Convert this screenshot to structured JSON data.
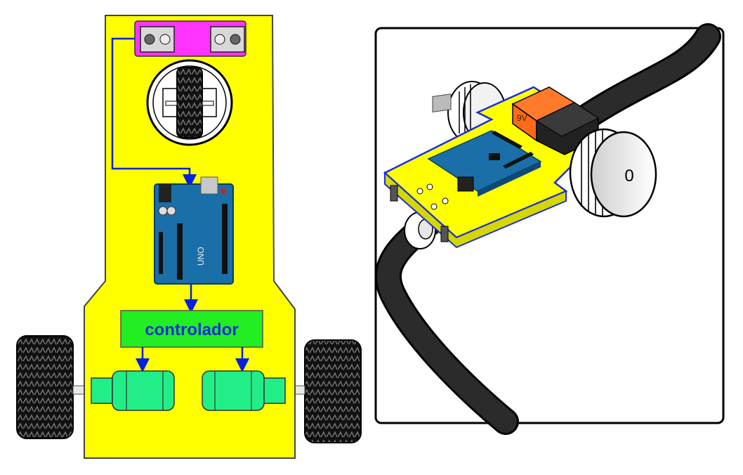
{
  "diagram": {
    "controller_label": "controlador",
    "battery_label": "9V",
    "wheel_label": "0"
  },
  "colors": {
    "chassis": "#ffff00",
    "sensor_board": "#ff33ff",
    "controller_box": "#22ee22",
    "motor": "#22ee88",
    "wire": "#0022dd",
    "arduino_board": "#1a6fa8",
    "battery": "#ff6a1a",
    "track": "#2b2b2b"
  },
  "icons": {
    "sensor": "line-sensor-icon",
    "caster": "caster-wheel-icon",
    "mcu": "arduino-uno-icon",
    "motor": "dc-motor-icon",
    "wheel": "tire-icon",
    "battery": "battery-9v-icon"
  }
}
